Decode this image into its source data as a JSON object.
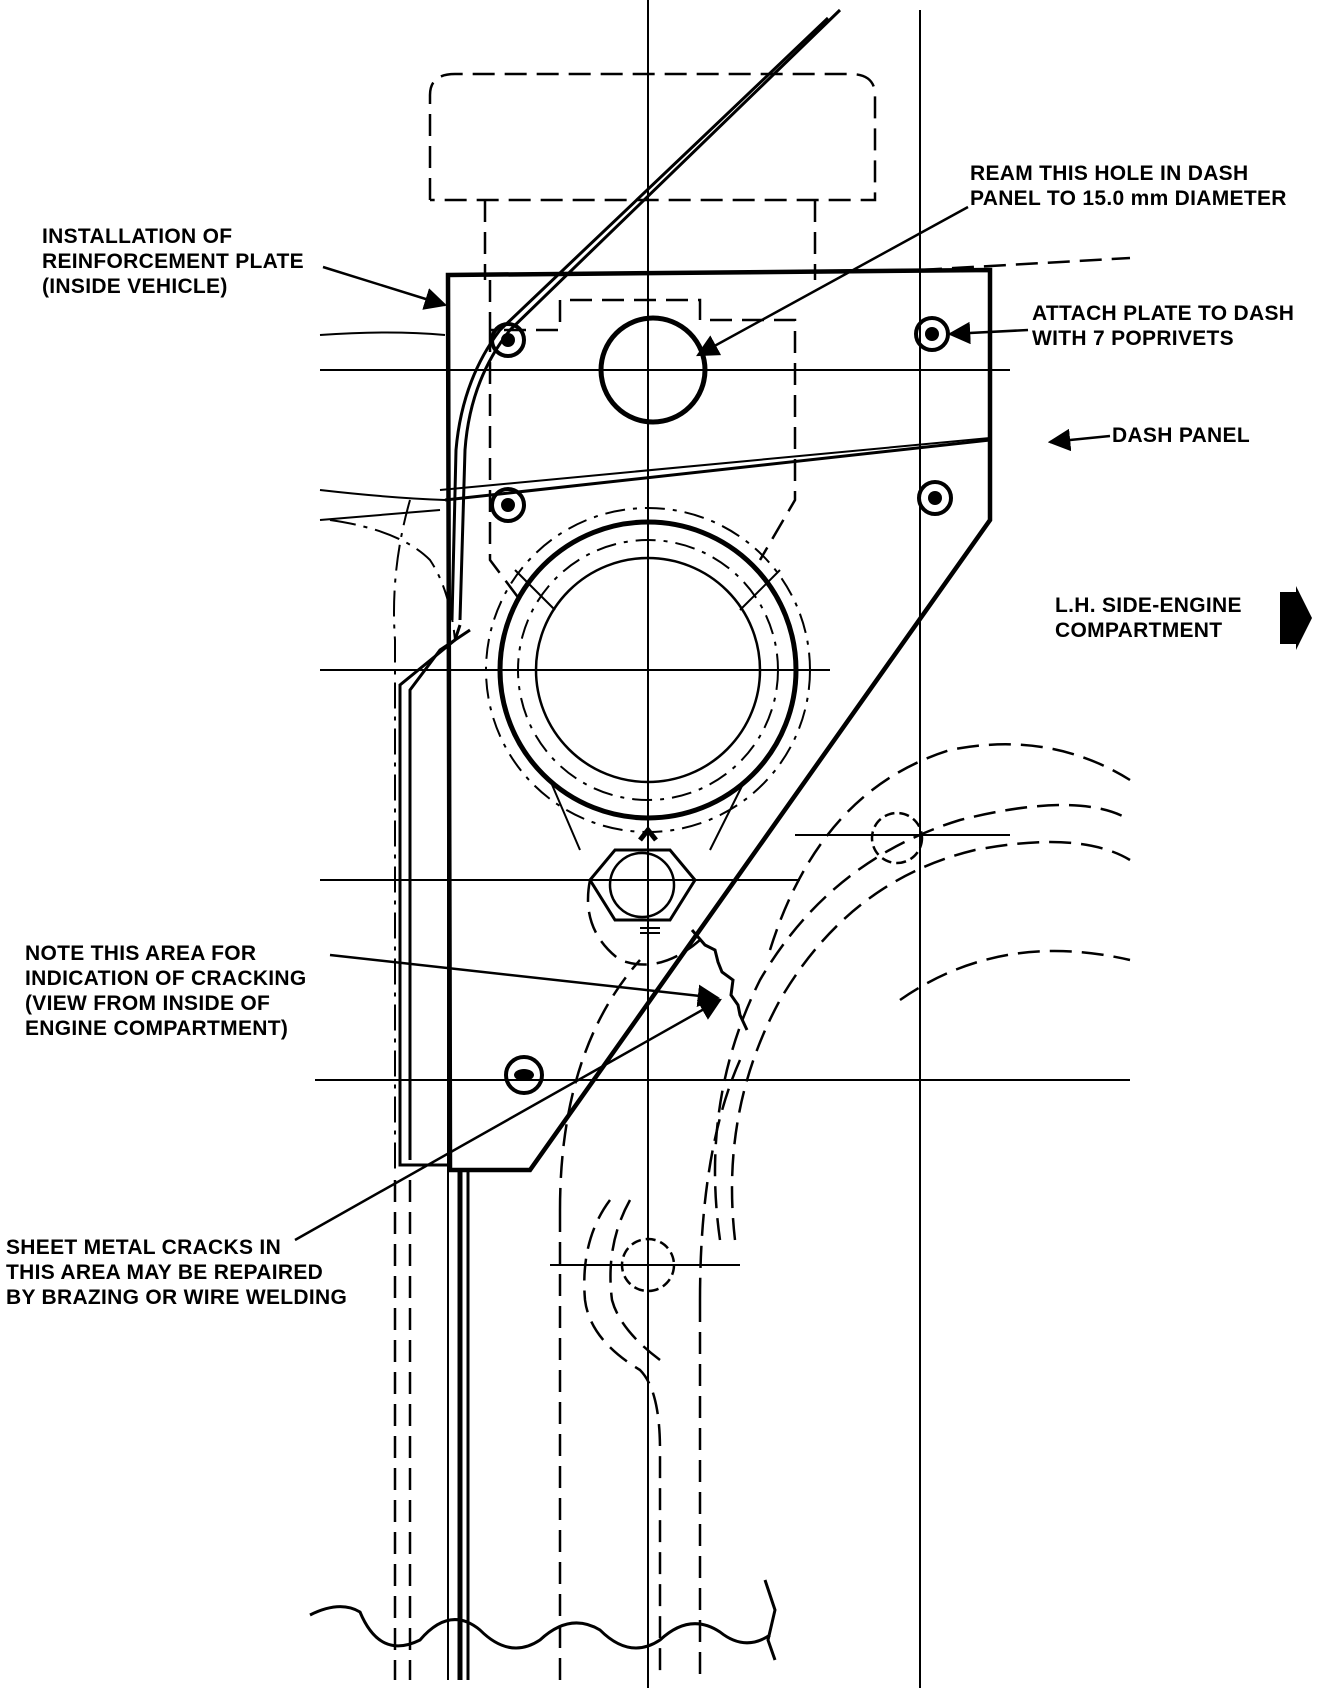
{
  "labels": {
    "reinforcement_plate": [
      "INSTALLATION OF",
      "REINFORCEMENT PLATE",
      "(INSIDE VEHICLE)"
    ],
    "ream_hole": [
      "REAM THIS HOLE IN DASH",
      "PANEL TO 15.0 mm DIAMETER"
    ],
    "attach_plate": [
      "ATTACH PLATE TO DASH",
      "WITH 7 POPRIVETS"
    ],
    "dash_panel": [
      "DASH PANEL"
    ],
    "side_engine": [
      "L.H. SIDE-ENGINE",
      "COMPARTMENT"
    ],
    "cracking_note": [
      "NOTE THIS AREA FOR",
      "INDICATION OF CRACKING",
      "(VIEW FROM INSIDE OF",
      "ENGINE COMPARTMENT)"
    ],
    "repair_note": [
      "SHEET METAL CRACKS IN",
      "THIS AREA MAY BE REPAIRED",
      "BY BRAZING OR WIRE WELDING"
    ]
  },
  "icons": {
    "direction_arrow": "right-arrow-icon"
  }
}
